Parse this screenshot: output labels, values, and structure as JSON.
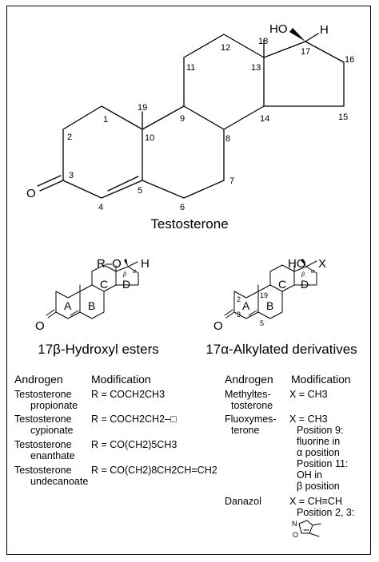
{
  "main_structure": {
    "name": "Testosterone",
    "oh_label": "HO",
    "h_label": "H",
    "o_label": "O",
    "positions": [
      "1",
      "2",
      "3",
      "4",
      "5",
      "6",
      "7",
      "8",
      "9",
      "10",
      "11",
      "12",
      "13",
      "14",
      "15",
      "16",
      "17",
      "18",
      "19"
    ]
  },
  "left_structure": {
    "top_label": "R–O",
    "h_label": "H",
    "o_label": "O",
    "beta": "β",
    "alpha": "α",
    "rings": [
      "A",
      "B",
      "C",
      "D"
    ],
    "caption": "17β-Hydroxyl esters"
  },
  "right_structure": {
    "top_label": "HO",
    "x_label": "X",
    "o_label": "O",
    "beta": "β",
    "alpha": "α",
    "rings": [
      "A",
      "B",
      "C",
      "D"
    ],
    "numbers": [
      "2",
      "3",
      "5",
      "19"
    ],
    "caption": "17α-Alkylated derivatives"
  },
  "left_table": {
    "headers": [
      "Androgen",
      "Modification"
    ],
    "rows": [
      {
        "androgen": [
          "Testosterone",
          "propionate"
        ],
        "modification": "R = COCH2CH3"
      },
      {
        "androgen": [
          "Testosterone",
          "cypionate"
        ],
        "modification": "R = COCH2CH2–□"
      },
      {
        "androgen": [
          "Testosterone",
          "enanthate"
        ],
        "modification": "R = CO(CH2)5CH3"
      },
      {
        "androgen": [
          "Testosterone",
          "undecanoate"
        ],
        "modification": "R = CO(CH2)8CH2CH=CH2"
      }
    ]
  },
  "right_table": {
    "headers": [
      "Androgen",
      "Modification"
    ],
    "rows": [
      {
        "androgen": [
          "Methyltes-",
          "tosterone"
        ],
        "modification": [
          "X = CH3"
        ]
      },
      {
        "androgen": [
          "Fluoxymes-",
          "terone"
        ],
        "modification": [
          "X = CH3",
          "Position 9:",
          "fluorine in",
          "α position",
          "Position 11:",
          "OH in",
          "β position"
        ]
      },
      {
        "androgen": [
          "Danazol"
        ],
        "modification": [
          "X = CH≡CH",
          "Position 2, 3:"
        ]
      }
    ],
    "isoxazole_n": "N",
    "isoxazole_o": "O"
  }
}
